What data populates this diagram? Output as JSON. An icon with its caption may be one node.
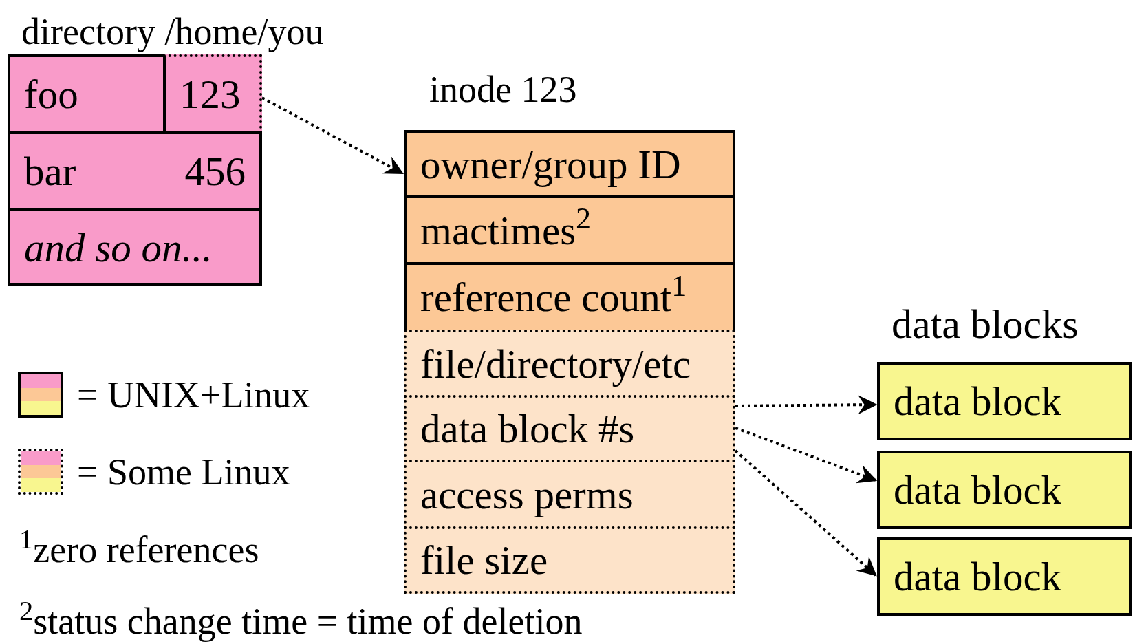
{
  "diagram": {
    "nodes": [
      {
        "text": [
          "directory /home/you"
        ]
      },
      {
        "text": [
          "foo"
        ],
        "in": 0
      },
      {
        "text": [
          "123"
        ],
        "in": 0
      },
      {
        "text": [
          "bar",
          "456"
        ],
        "in": 0
      },
      {
        "text": [
          "and so on..."
        ],
        "in": 0
      },
      {
        "text": [
          "inode 123"
        ]
      },
      {
        "text": [
          "owner/group ID"
        ],
        "in": 5
      },
      {
        "text": [
          "mactimes$^{2}$"
        ],
        "in": 5
      },
      {
        "text": [
          "reference count$^{1}$"
        ],
        "in": 5
      },
      {
        "text": [
          "file/directory/etc"
        ],
        "in": 5
      },
      {
        "text": [
          "data block #s"
        ],
        "in": 5
      },
      {
        "text": [
          "access perms"
        ],
        "in": 5
      },
      {
        "text": [
          "file size"
        ],
        "in": 5
      },
      {
        "text": [
          "data block"
        ]
      },
      {
        "text": [
          "data block"
        ]
      },
      {
        "text": [
          "data block"
        ]
      }
    ],
    "edges": [
      {
        "from": 2,
        "to": 6,
        "arrow": "to",
        "style": "dashed"
      },
      {
        "from": 10,
        "to": 13,
        "arrow": "to",
        "style": "dashed"
      },
      {
        "from": 10,
        "to": 14,
        "arrow": "to",
        "style": "dashed"
      },
      {
        "from": 10,
        "to": 15,
        "arrow": "to",
        "style": "dashed"
      }
    ],
    "labels": [
      "data blocks",
      "$^{1}$zero references",
      "$^{2}$status change time = time of deletion"
    ],
    "legend": [
      {
        "text": "= UNIX+Linux"
      },
      {
        "text": "= Some Linux"
      }
    ]
  }
}
